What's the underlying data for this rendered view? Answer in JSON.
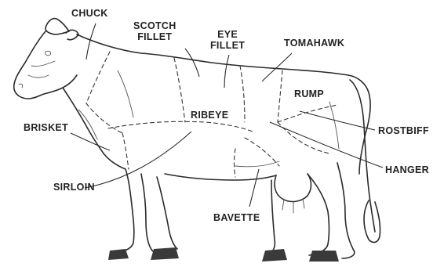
{
  "labels": {
    "chuck": "CHUCK",
    "scotch_fillet_line1": "SCOTCH",
    "scotch_fillet_line2": "FILLET",
    "eye_fillet_line1": "EYE",
    "eye_fillet_line2": "FILLET",
    "tomahawk": "TOMAHAWK",
    "rump": "RUMP",
    "brisket": "BRISKET",
    "ribeye": "RIBEYE",
    "rostbiff": "ROSTBIFF",
    "hanger": "HANGER",
    "sirloin": "SIRLOIN",
    "bavette": "BAVETTE"
  },
  "colors": {
    "ink": "#2a2a2a",
    "background": "#ffffff"
  }
}
